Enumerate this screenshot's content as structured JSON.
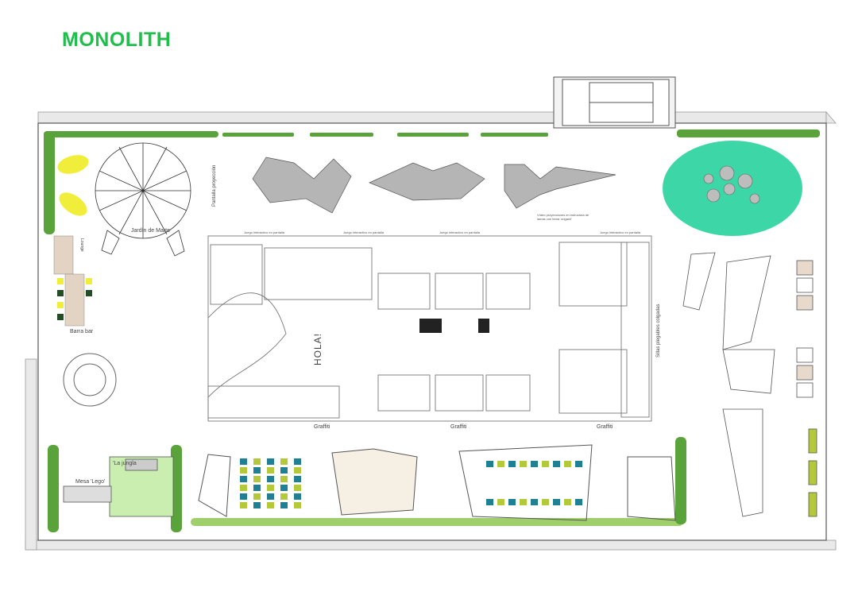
{
  "title": "MONOLITH",
  "colors": {
    "brand": "#1fbf4b",
    "lawn": "#3dd6a6",
    "plant": "#7cbf3a",
    "yellow": "#f0ee3a",
    "teal": "#1f7f93",
    "lime": "#b3c93a",
    "green_room": "#c9eeb0"
  },
  "zones": {
    "dome": "Jardín de Marte",
    "projection_screen": "Pantalla proyección",
    "lounge": "Lounge",
    "bar": "Barra bar",
    "jungle": "'La jungla",
    "lego_table": "Mesa 'Lego'",
    "hello": "HOLA!",
    "hanging_chairs": "Sillas plegables colgadas",
    "origami_note_line1": "Vídeo proyecciones en estructura de",
    "origami_note_line2": "lamas con tema 'origami'"
  },
  "screens": [
    "Juego interactivo en pantalla",
    "Juego interactivo en pantalla",
    "Juego interactivo en pantalla",
    "Juego interactivo en pantalla"
  ],
  "graffiti": [
    "Graffiti",
    "Graffiti",
    "Graffiti"
  ]
}
